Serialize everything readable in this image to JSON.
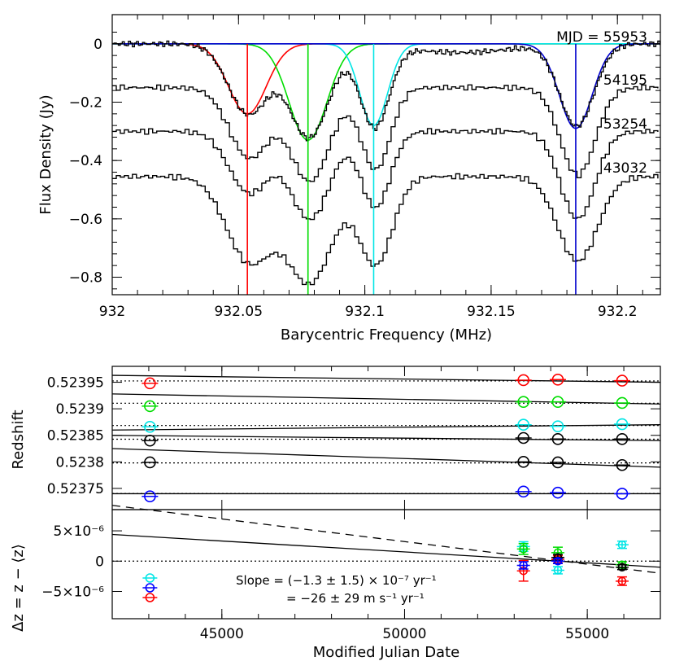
{
  "chart_data": [
    {
      "type": "line",
      "xlabel": "Barycentric Frequency (MHz)",
      "ylabel": "Flux Density (Jy)",
      "xlim": [
        932.0,
        932.217
      ],
      "ylim": [
        -0.86,
        0.1
      ],
      "x_ticks": [
        932.0,
        932.05,
        932.1,
        932.15,
        932.2
      ],
      "x_tick_labels": [
        "932",
        "932.05",
        "932.1",
        "932.15",
        "932.2"
      ],
      "y_ticks": [
        0,
        -0.2,
        -0.4,
        -0.6,
        -0.8
      ],
      "y_tick_labels": [
        "0",
        "−0.2",
        "−0.4",
        "−0.6",
        "−0.8"
      ],
      "spectra": [
        {
          "label": "MJD = 55953",
          "offset": 0.0,
          "depths": [
            0.24,
            0.32,
            0.28,
            0.28
          ]
        },
        {
          "label": "54195",
          "offset": -0.15,
          "depths": [
            0.24,
            0.32,
            0.28,
            0.3
          ]
        },
        {
          "label": "53254",
          "offset": -0.3,
          "depths": [
            0.21,
            0.3,
            0.26,
            0.3
          ]
        },
        {
          "label": "43032",
          "offset": -0.455,
          "depths": [
            0.29,
            0.36,
            0.3,
            0.29
          ]
        }
      ],
      "components": [
        {
          "color": "#ff0000",
          "center": 932.0535,
          "width": 0.0075,
          "depth": 0.24
        },
        {
          "color": "#00dd00",
          "center": 932.0775,
          "width": 0.0075,
          "depth": 0.33
        },
        {
          "color": "#00e5e5",
          "center": 932.1035,
          "width": 0.0055,
          "depth": 0.28
        },
        {
          "color": "#0000cc",
          "center": 932.1835,
          "width": 0.0065,
          "depth": 0.29
        }
      ]
    },
    {
      "type": "scatter",
      "ylabel": "Redshift",
      "xlim": [
        42000,
        57000
      ],
      "ylim": [
        0.52371,
        0.52398
      ],
      "y_ticks": [
        0.52395,
        0.5239,
        0.52385,
        0.5238,
        0.52375
      ],
      "y_tick_labels": [
        "0.52395",
        "0.5239",
        "0.52385",
        "0.5238",
        "0.52375"
      ],
      "epochs": [
        43032,
        53254,
        54195,
        55953
      ],
      "series": [
        {
          "color": "#ff0000",
          "z": [
            0.523948,
            0.523954,
            0.523955,
            0.523953
          ],
          "fit": [
            0.523963,
            0.52395
          ]
        },
        {
          "color": "#00dd00",
          "z": [
            0.523905,
            0.523913,
            0.523913,
            0.523911
          ],
          "fit": [
            0.523928,
            0.523909
          ]
        },
        {
          "color": "#00e5e5",
          "z": [
            0.523866,
            0.52387,
            0.523867,
            0.523871
          ],
          "fit": [
            0.52386,
            0.52387
          ]
        },
        {
          "color": "#000000",
          "z": [
            0.52384,
            0.523845,
            0.523843,
            0.523843
          ],
          "fit": [
            0.52385,
            0.52384
          ]
        },
        {
          "color": "#000000",
          "z": [
            0.523799,
            0.5238,
            0.523799,
            0.523794
          ],
          "fit": [
            0.523825,
            0.52379
          ]
        },
        {
          "color": "#0000ff",
          "z": [
            0.523735,
            0.523744,
            0.523742,
            0.52374
          ],
          "fit": [
            0.52374,
            0.52374
          ]
        }
      ]
    },
    {
      "type": "scatter",
      "xlabel": "Modified Julian Date",
      "ylabel": "Δz = z − ⟨z⟩",
      "xlim": [
        42000,
        57000
      ],
      "ylim": [
        -9.5e-06,
        8.5e-06
      ],
      "x_ticks": [
        45000,
        50000,
        55000
      ],
      "x_tick_labels": [
        "45000",
        "50000",
        "55000"
      ],
      "y_ticks": [
        5e-06,
        0,
        -5e-06
      ],
      "y_tick_labels": [
        "5×10⁻⁶",
        "0",
        "−5×10⁻⁶"
      ],
      "points": [
        {
          "color": "#00e5e5",
          "x": 53254,
          "y": 2.4e-06,
          "err": 8e-07
        },
        {
          "color": "#00dd00",
          "x": 53254,
          "y": 2e-06,
          "err": 9e-07
        },
        {
          "color": "#ff0000",
          "x": 53254,
          "y": -1.6e-06,
          "err": 1.7e-06
        },
        {
          "color": "#0000ff",
          "x": 53254,
          "y": -7e-07,
          "err": 6e-07
        },
        {
          "color": "#00e5e5",
          "x": 54195,
          "y": -1.5e-06,
          "err": 6e-07
        },
        {
          "color": "#00dd00",
          "x": 54195,
          "y": 1.4e-06,
          "err": 9e-07
        },
        {
          "color": "#ff0000",
          "x": 54195,
          "y": 3e-07,
          "err": 6e-07
        },
        {
          "color": "#000000",
          "x": 54195,
          "y": 6e-07,
          "err": 5e-07
        },
        {
          "color": "#0000ff",
          "x": 54195,
          "y": 0.0,
          "err": 4e-07
        },
        {
          "color": "#00e5e5",
          "x": 55953,
          "y": 2.7e-06,
          "err": 6e-07
        },
        {
          "color": "#00dd00",
          "x": 55953,
          "y": -6e-07,
          "err": 5e-07
        },
        {
          "color": "#ff0000",
          "x": 55953,
          "y": -3.3e-06,
          "err": 7e-07
        },
        {
          "color": "#000000",
          "x": 55953,
          "y": -1e-06,
          "err": 4e-07
        }
      ],
      "legend_markers": [
        "#00e5e5",
        "#0000ff",
        "#ff0000"
      ],
      "solid_fit": [
        4.4e-06,
        -1e-06
      ],
      "dashed_fit": [
        9.2e-06,
        -2e-06
      ],
      "slope_line1": "Slope = (−1.3 ± 1.5) × 10⁻⁷ yr⁻¹",
      "slope_line2": "= −26 ± 29 m s⁻¹ yr⁻¹"
    }
  ]
}
